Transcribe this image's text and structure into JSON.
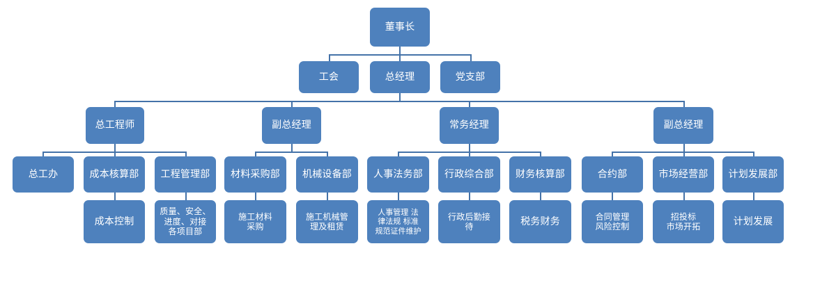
{
  "chart_data": {
    "type": "diagram",
    "diagram_type": "organization-chart",
    "title": "",
    "colors": {
      "node_fill": "#4e81bd",
      "node_text": "#ffffff",
      "connector": "#4472a8",
      "background": "#ffffff"
    },
    "levels": 5
  },
  "nodes": {
    "chairman": {
      "label": "董事长"
    },
    "union": {
      "label": "工会"
    },
    "general_manager": {
      "label": "总经理"
    },
    "party_branch": {
      "label": "党支部"
    },
    "chief_engineer": {
      "label": "总工程师"
    },
    "deputy_gm_1": {
      "label": "副总经理"
    },
    "executive_manager": {
      "label": "常务经理"
    },
    "deputy_gm_2": {
      "label": "副总经理"
    },
    "chief_eng_office": {
      "label": "总工办"
    },
    "cost_accounting_dept": {
      "label": "成本核算部"
    },
    "engineering_mgmt_dept": {
      "label": "工程管理部"
    },
    "material_purchasing_dept": {
      "label": "材料采购部"
    },
    "machinery_equipment_dept": {
      "label": "机械设备部"
    },
    "hr_legal_dept": {
      "label": "人事法务部"
    },
    "admin_general_dept": {
      "label": "行政综合部"
    },
    "finance_accounting_dept": {
      "label": "财务核算部"
    },
    "contract_dept": {
      "label": "合约部"
    },
    "market_operation_dept": {
      "label": "市场经营部"
    },
    "planning_development_dept": {
      "label": "计划发展部"
    },
    "cost_control": {
      "label": "成本控制"
    },
    "quality_safety_progress": {
      "label": "质量、安全、\n进度、对接\n各项目部"
    },
    "construction_material_purchase": {
      "label": "施工材料\n采购"
    },
    "construction_machinery_mgmt": {
      "label": "施工机械管\n理及租赁"
    },
    "hr_legal_duties": {
      "label": "人事管理 法\n律法规 标准\n规范证件维护"
    },
    "admin_logistics_reception": {
      "label": "行政后勤接\n待"
    },
    "tax_finance": {
      "label": "税务财务"
    },
    "contract_mgmt_risk": {
      "label": "合同管理\n风险控制"
    },
    "bidding_market_expansion": {
      "label": "招投标\n市场开拓"
    },
    "planning_development": {
      "label": "计划发展"
    }
  }
}
